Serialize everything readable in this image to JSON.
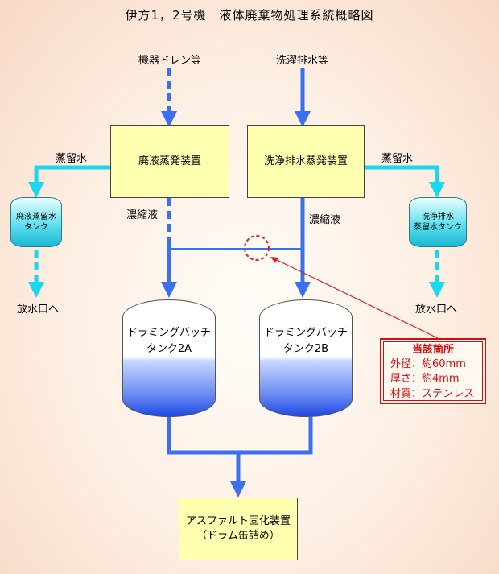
{
  "title": "伊方1，2号機　液体廃棄物処理系統概略図",
  "inputs": {
    "left": "機器ドレン等",
    "right": "洗濯排水等"
  },
  "evaporators": {
    "left": "廃液蒸発装置",
    "right": "洗浄排水蒸発装置"
  },
  "distillate": {
    "left_label": "蒸留水",
    "right_label": "蒸留水",
    "left_tank": [
      "廃液蒸留水",
      "タンク"
    ],
    "right_tank": [
      "洗浄排水",
      "蒸留水タンク"
    ],
    "left_outlet": "放水口へ",
    "right_outlet": "放水口へ"
  },
  "concentrate": {
    "left_label": "濃縮液",
    "right_label": "濃縮液"
  },
  "drum_tanks": {
    "a": [
      "ドラミングバッチ",
      "タンク2A"
    ],
    "b": [
      "ドラミングバッチ",
      "タンク2B"
    ]
  },
  "asphalt": [
    "アスファルト固化装置",
    "（ドラム缶詰め）"
  ],
  "callout": {
    "title": "当該箇所",
    "lines": [
      "外径：約60mm",
      "厚さ：約4mm",
      "材質：ステンレス"
    ]
  },
  "colors": {
    "pipe_blue": "#3a6ff0",
    "pipe_cyan": "#18d8f0",
    "box_fill": "#ffffb0",
    "highlight_red": "#e02020"
  }
}
